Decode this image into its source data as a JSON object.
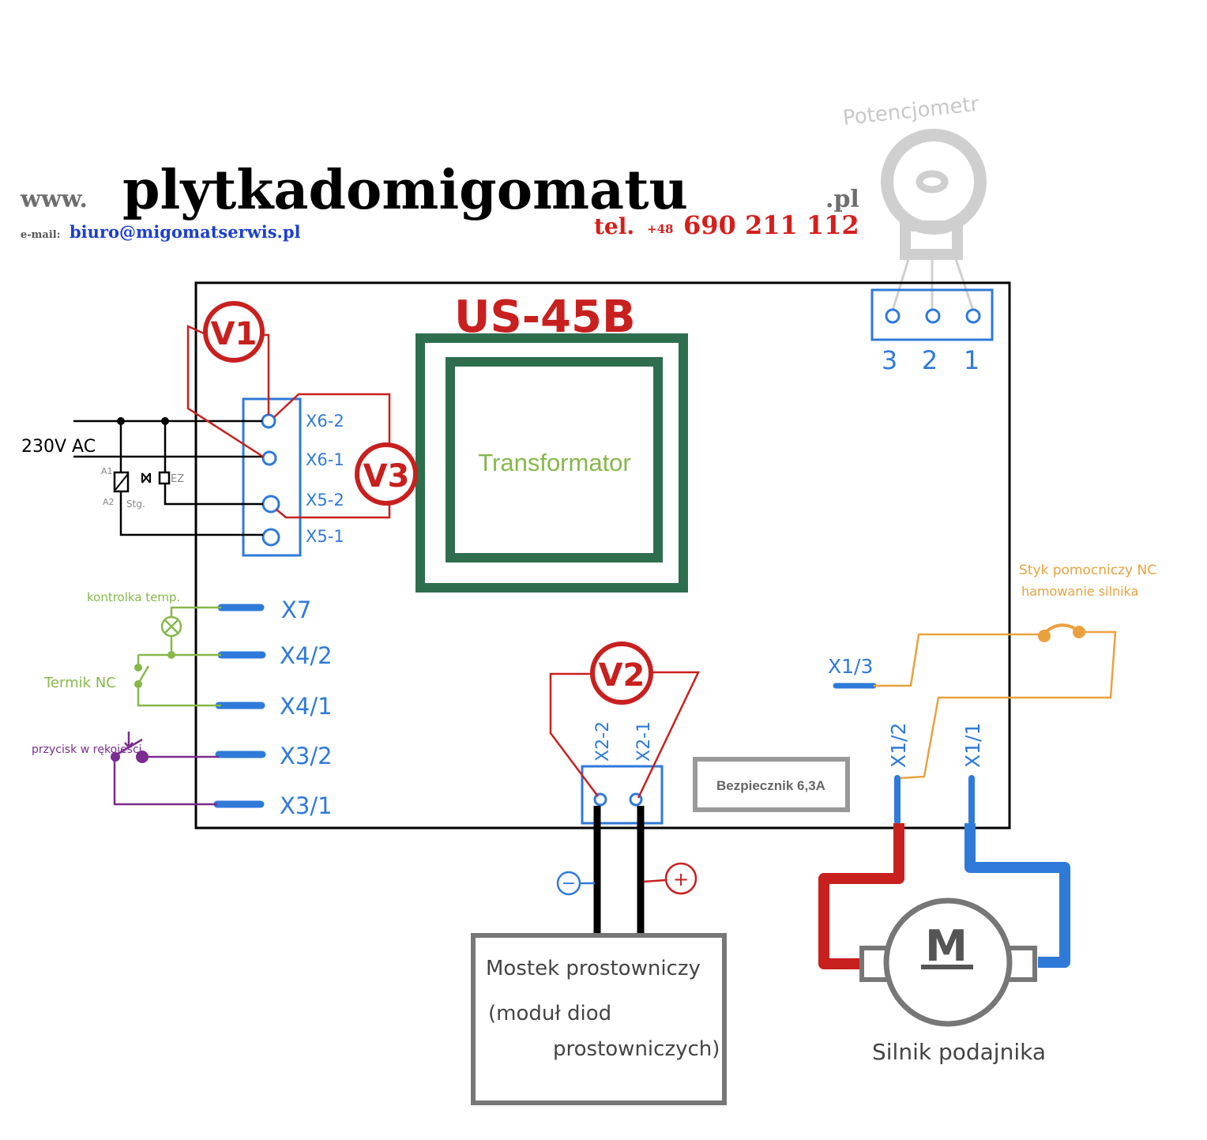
{
  "header": {
    "www": "www.",
    "brand": "plytkadomigomatu",
    "tld": ".pl",
    "email_label": "e-mail:",
    "email": "biuro@migomatserwis.pl",
    "tel_label": "tel.",
    "tel_prefix": "+48",
    "tel_number": "690 211 112"
  },
  "board": {
    "model": "US-45B",
    "transformer": "Transformator",
    "fuse": "Bezpiecznik 6,3A"
  },
  "potentiometer": {
    "label": "Potencjometr",
    "pins": [
      "3",
      "2",
      "1"
    ]
  },
  "meters": {
    "v1": "V1",
    "v2": "V2",
    "v3": "V3"
  },
  "power": {
    "supply": "230V AC",
    "coil_a1": "A1",
    "coil_a2": "A2",
    "coil_label": "Stg.",
    "valve_label": "EZ"
  },
  "connectors": {
    "x6_2": "X6-2",
    "x6_1": "X6-1",
    "x5_2": "X5-2",
    "x5_1": "X5-1",
    "x7": "X7",
    "x4_2": "X4/2",
    "x4_1": "X4/1",
    "x3_2": "X3/2",
    "x3_1": "X3/1",
    "x2_2": "X2-2",
    "x2_1": "X2-1",
    "x1_3": "X1/3",
    "x1_2": "X1/2",
    "x1_1": "X1/1"
  },
  "left_side": {
    "lamp": "kontrolka temp.",
    "thermal": "Termik NC",
    "button": "przycisk w rękojeści"
  },
  "rectifier": {
    "minus": "−",
    "plus": "+",
    "line1": "Mostek prostowniczy",
    "line2": "(moduł diod",
    "line3": "prostowniczych)"
  },
  "motor": {
    "symbol": "M",
    "label": "Silnik podajnika",
    "contact": "Styk pomocniczy NC",
    "contact2": "hamowanie silnika"
  },
  "colors": {
    "blue": "#2f7ad9",
    "red": "#c8201f",
    "green": "#2e6e4e",
    "lightgreen": "#86b84a",
    "orange": "#e9a13e",
    "purple": "#7a2c8f",
    "gray": "#777777"
  }
}
